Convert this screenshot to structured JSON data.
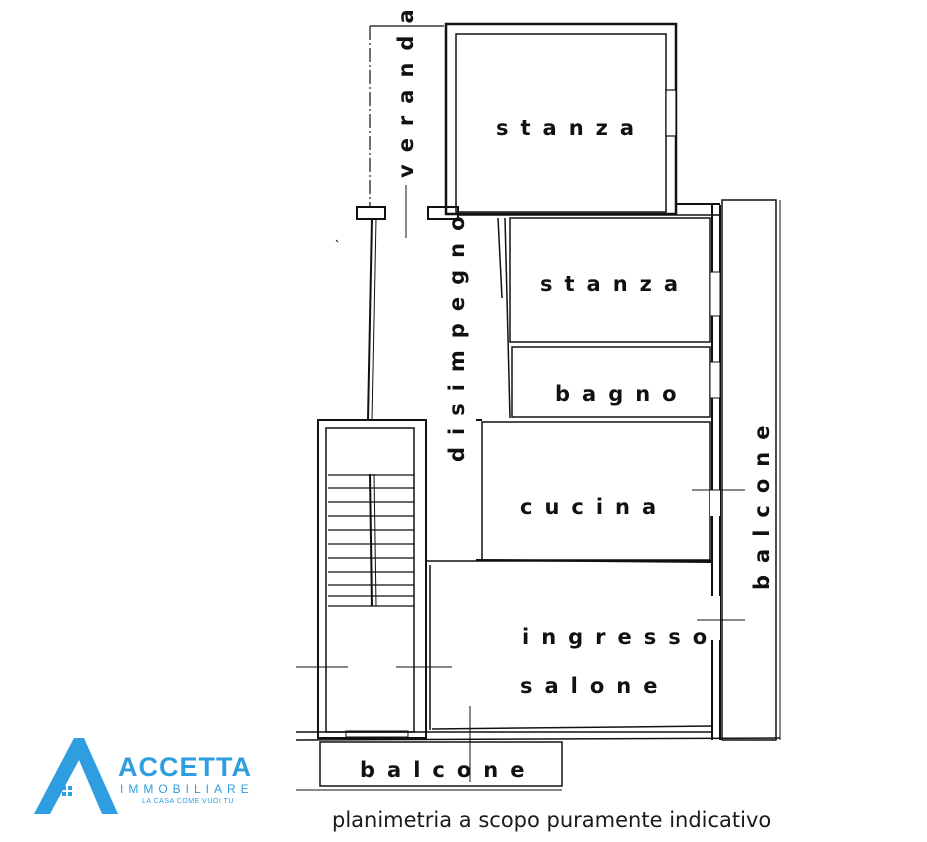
{
  "plan": {
    "rooms": {
      "veranda": "veranda",
      "stanza_top": "stanza",
      "disimpegno": "disimpegno",
      "stanza_mid": "stanza",
      "bagno": "bagno",
      "cucina": "cucina",
      "ingresso": "ingresso",
      "salone": "salone",
      "balcone_right": "balcone",
      "balcone_bottom": "balcone"
    },
    "wall_color": "#111111"
  },
  "logo": {
    "name": "ACCETTA",
    "subtitle": "IMMOBILIARE",
    "tagline": "LA CASA COME VUOI TU",
    "color": "#2f9ee0"
  },
  "caption": "planimetria a scopo puramente indicativo"
}
